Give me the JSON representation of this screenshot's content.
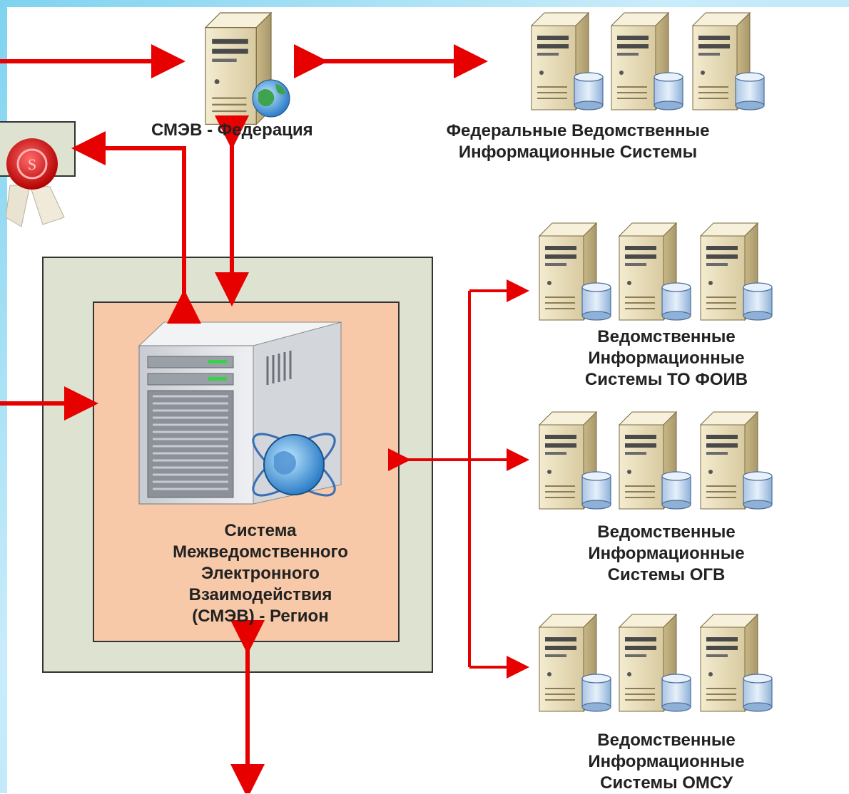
{
  "nodes": {
    "smev_federation": {
      "label": "СМЭВ - Федерация"
    },
    "federal_is": {
      "lines": [
        "Федеральные Ведомственные",
        "Информационные Системы"
      ]
    },
    "smev_region": {
      "lines": [
        "Система",
        "Межведомственного",
        "Электронного",
        "Взаимодействия",
        "(СМЭВ) - Регион"
      ]
    },
    "to_foiv": {
      "lines": [
        "Ведомственные",
        "Информационные",
        "Системы ТО ФОИВ"
      ]
    },
    "ogv": {
      "lines": [
        "Ведомственные",
        "Информационные",
        "Системы ОГВ"
      ]
    },
    "omsu": {
      "lines": [
        "Ведомственные",
        "Информационные",
        "Системы ОМСУ"
      ]
    }
  },
  "colors": {
    "arrow": "#e60000",
    "outer_box": "#dde3d0",
    "inner_box": "#f7c9a8",
    "server_body": "#ece1bd"
  },
  "icons": [
    "server-icon",
    "globe-icon",
    "database-icon",
    "seal-icon"
  ]
}
